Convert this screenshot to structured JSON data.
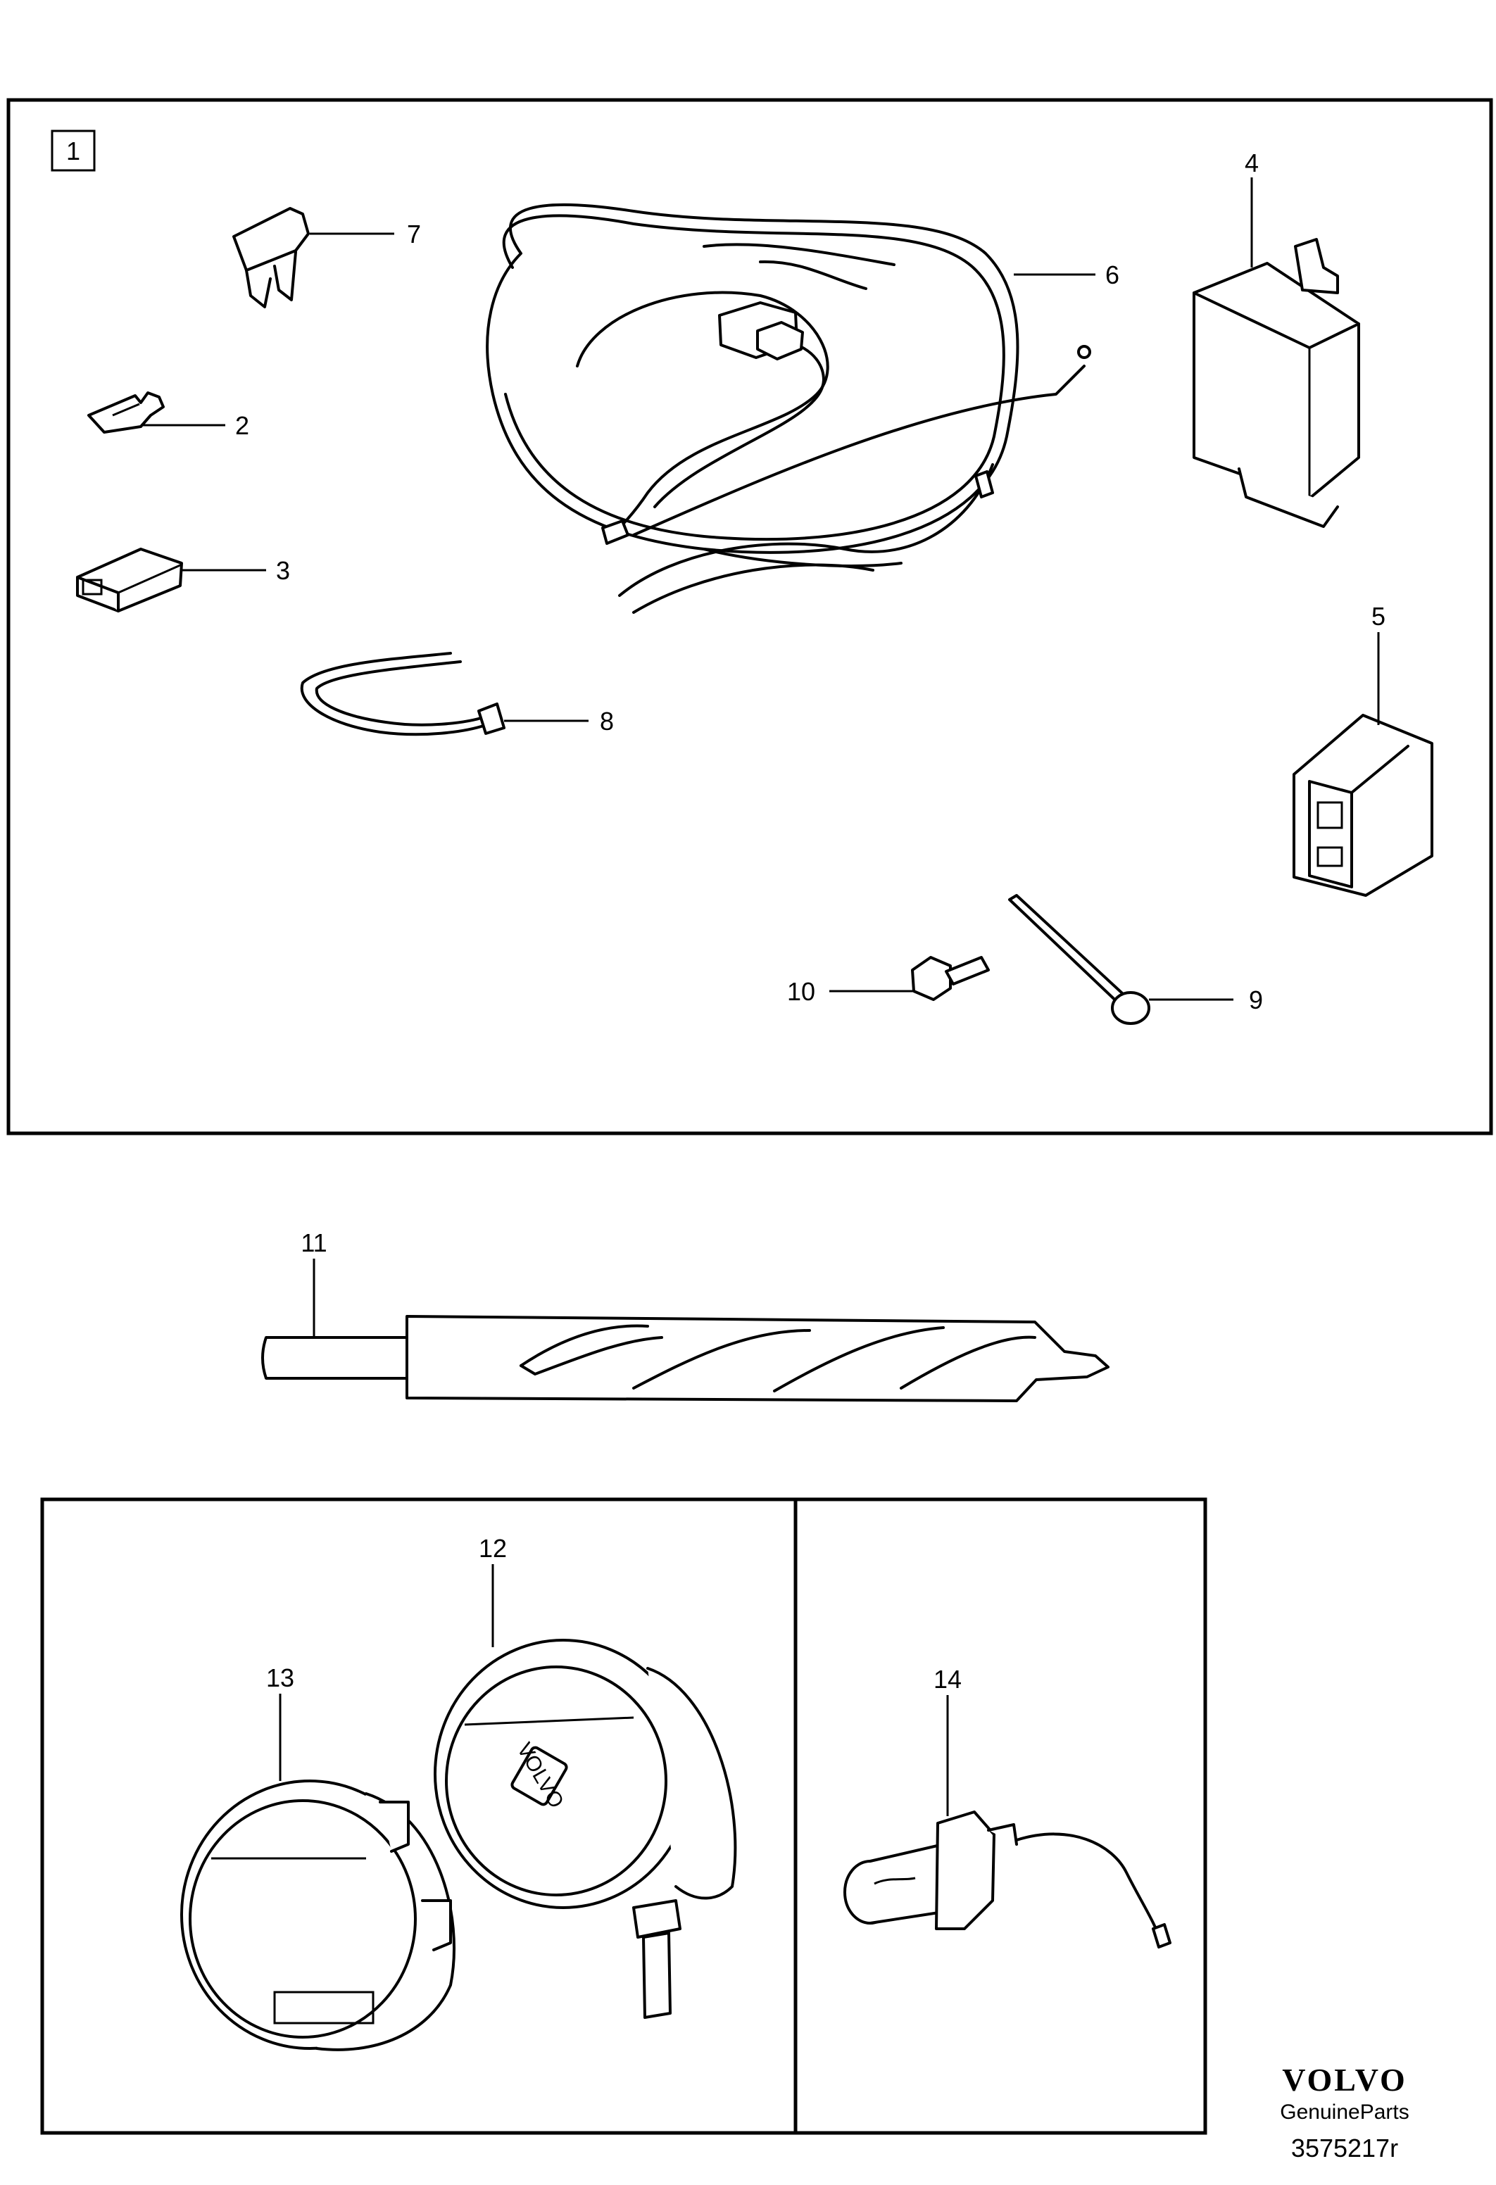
{
  "kit_label": "1",
  "callouts": {
    "c2": "2",
    "c3": "3",
    "c4": "4",
    "c5": "5",
    "c6": "6",
    "c7": "7",
    "c8": "8",
    "c9": "9",
    "c10": "10",
    "c11": "11",
    "c12": "12",
    "c13": "13",
    "c14": "14"
  },
  "lamp_badge": "VOLVO",
  "logo": {
    "brand": "VOLVO",
    "subtitle": "GenuineParts"
  },
  "reference": "3575217r"
}
